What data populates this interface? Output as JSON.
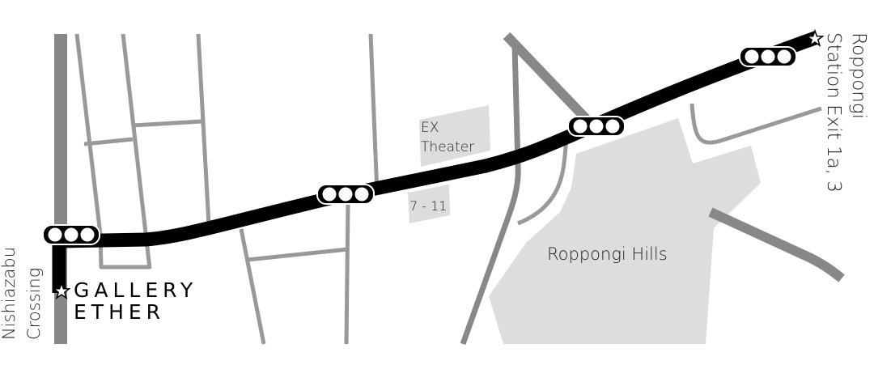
{
  "labels": {
    "origin_crossing": [
      "Nishiazabu",
      "Crossing"
    ],
    "gallery": [
      "GALLERY",
      "ETHER"
    ],
    "ex_theater": [
      "EX",
      "Theater"
    ],
    "convenience_store": "7 - 11",
    "roppongi_hills": "Roppongi Hills",
    "station": [
      "Roppongi",
      "Station Exit 1a, 3"
    ]
  },
  "colors": {
    "route": "#000000",
    "major_road": "#888888",
    "minor_road": "#999999",
    "building": "#dddddd"
  },
  "icons": [
    "star-icon",
    "traffic-light-icon"
  ]
}
